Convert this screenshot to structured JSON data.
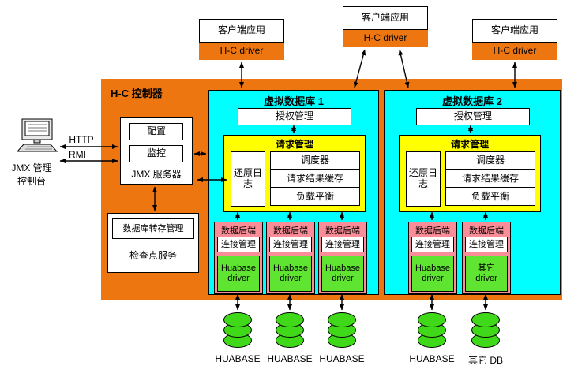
{
  "colors": {
    "controller_orange": "#ee7611",
    "vdb_cyan": "#00ffff",
    "request_yellow": "#ffff00",
    "backend_pink": "#fb8d98",
    "driver_green": "#5fe431",
    "db_green": "#3fd91a"
  },
  "clients": [
    {
      "app": "客户端应用",
      "driver": "H-C driver"
    },
    {
      "app": "客户端应用",
      "driver": "H-C driver"
    },
    {
      "app": "客户端应用",
      "driver": "H-C driver"
    }
  ],
  "console": {
    "line1": "JMX 管理",
    "line2": "控制台"
  },
  "links": {
    "http": "HTTP",
    "rmi": "RMI"
  },
  "controller": {
    "title": "H-C 控制器",
    "jmx": {
      "config": "配置",
      "monitor": "监控",
      "label": "JMX 服务器"
    },
    "checkpoint": {
      "dump": "数据库转存管理",
      "service": "检查点服务"
    }
  },
  "vdbs": [
    {
      "title": "虚拟数据库 1",
      "auth": "授权管理",
      "request": {
        "title": "请求管理",
        "undo_log": "还原日志",
        "scheduler": "调度器",
        "result_cache": "请求结果缓存",
        "load_balance": "负载平衡"
      },
      "backends": [
        {
          "title": "数据后端",
          "conn": "连接管理",
          "driver": "Huabase driver"
        },
        {
          "title": "数据后端",
          "conn": "连接管理",
          "driver": "Huabase driver"
        },
        {
          "title": "数据后端",
          "conn": "连接管理",
          "driver": "Huabase driver"
        }
      ]
    },
    {
      "title": "虚拟数据库 2",
      "auth": "授权管理",
      "request": {
        "title": "请求管理",
        "undo_log": "还原日志",
        "scheduler": "调度器",
        "result_cache": "请求结果缓存",
        "load_balance": "负载平衡"
      },
      "backends": [
        {
          "title": "数据后端",
          "conn": "连接管理",
          "driver": "Huabase driver"
        },
        {
          "title": "数据后端",
          "conn": "连接管理",
          "driver": "其它 driver"
        }
      ]
    }
  ],
  "databases": [
    "HUABASE",
    "HUABASE",
    "HUABASE",
    "HUABASE",
    "其它 DB"
  ]
}
